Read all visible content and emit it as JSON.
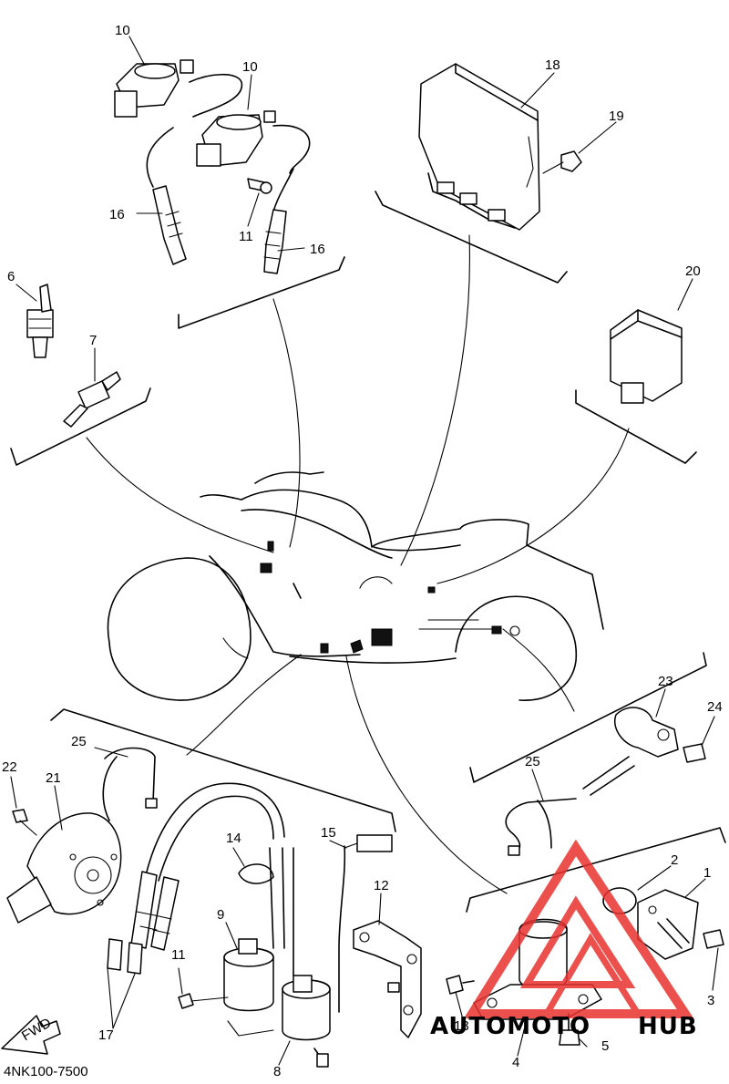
{
  "diagram": {
    "doc_code": "4NK100-7500",
    "fwd_label": "FWD",
    "callouts": {
      "c1": "1",
      "c2": "2",
      "c3": "3",
      "c4": "4",
      "c5": "5",
      "c6": "6",
      "c7": "7",
      "c8": "8",
      "c9": "9",
      "c10a": "10",
      "c10b": "10",
      "c11a": "11",
      "c11b": "11",
      "c12": "12",
      "c13": "13",
      "c14": "14",
      "c15": "15",
      "c16a": "16",
      "c16b": "16",
      "c17": "17",
      "c18": "18",
      "c19": "19",
      "c20": "20",
      "c21": "21",
      "c22": "22",
      "c23": "23",
      "c24": "24",
      "c25a": "25",
      "c25b": "25"
    }
  },
  "watermark": {
    "prefix": "AUTOMOTO",
    "suffix": "HUB",
    "color_primary": "#e8322f",
    "color_secondary": "#f2a23a",
    "color_dark": "#6b6b6b"
  }
}
